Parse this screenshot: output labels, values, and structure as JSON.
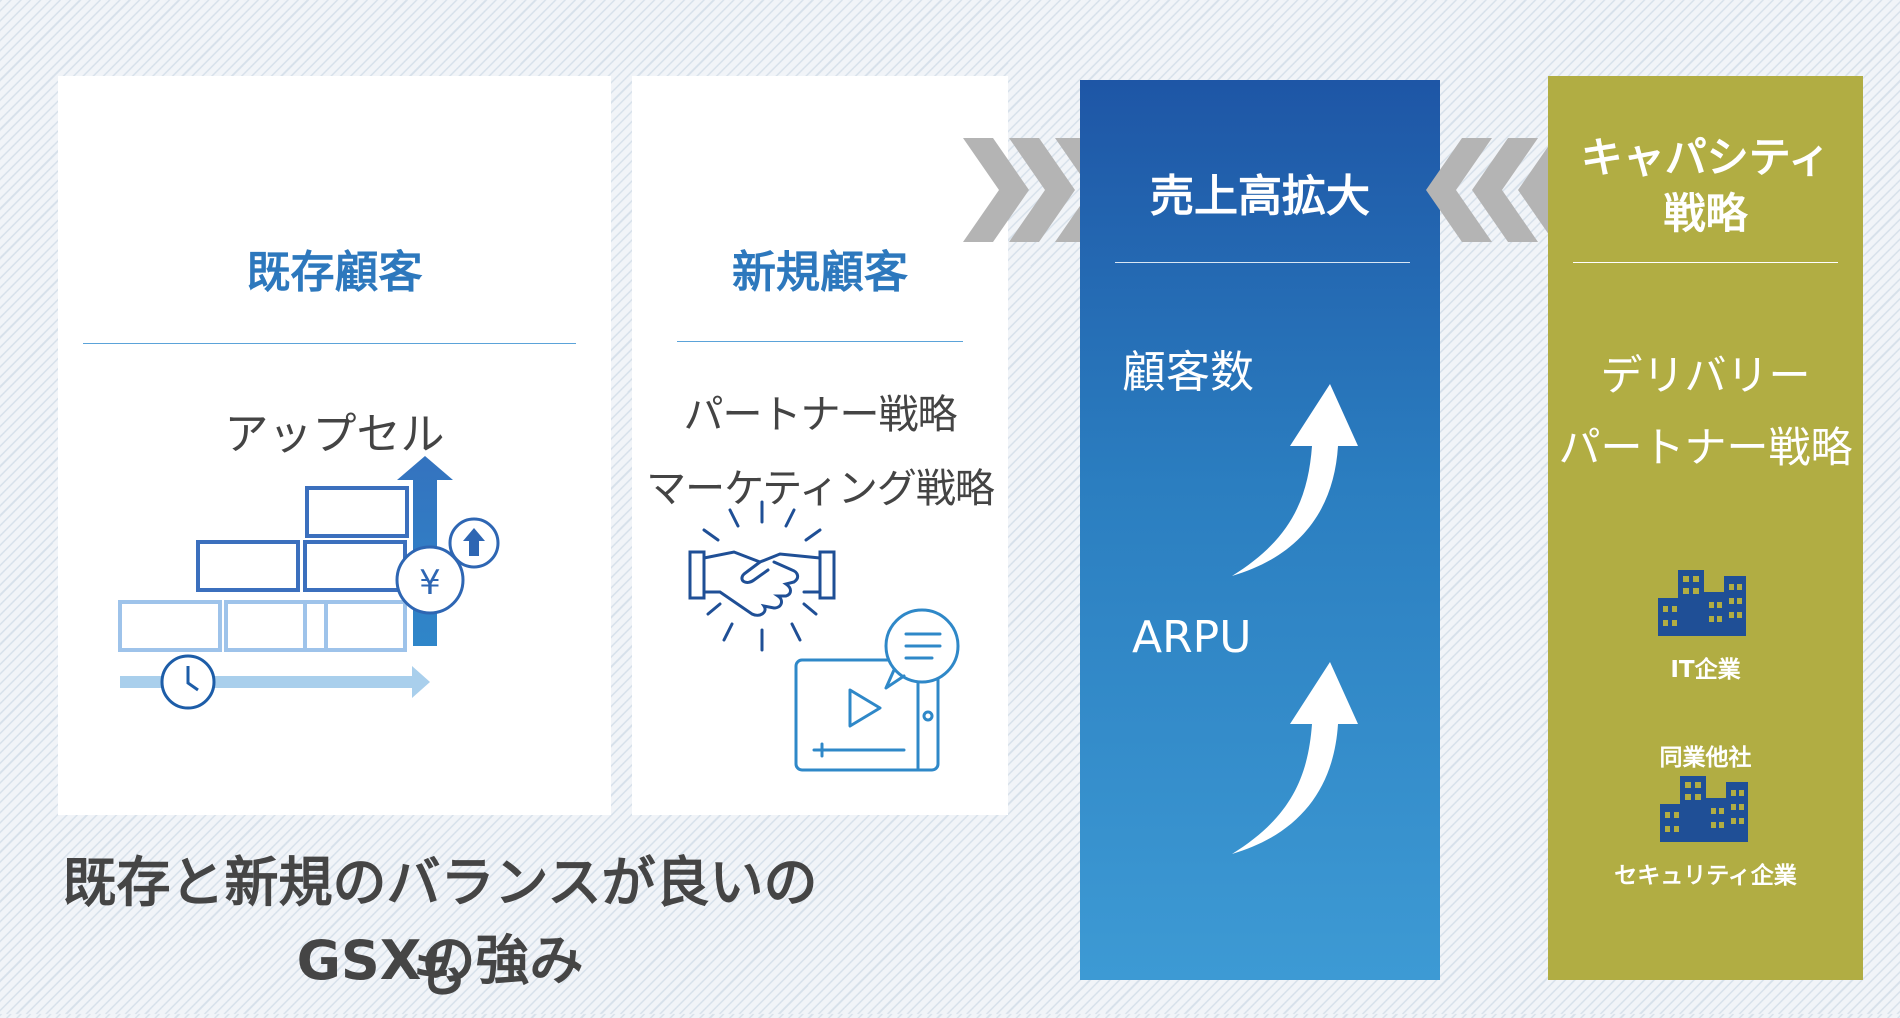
{
  "existing": {
    "title": "既存顧客",
    "strategy": "アップセル"
  },
  "new_customers": {
    "title": "新規顧客",
    "strategy_1": "パートナー戦略",
    "strategy_2": "マーケティング戦略"
  },
  "sales": {
    "title": "売上高拡大",
    "metric_1": "顧客数",
    "metric_2": "ARPU"
  },
  "capacity": {
    "title_line1": "キャパシティ",
    "title_line2": "戦略",
    "strategy_1": "デリバリー",
    "strategy_2": "パートナー戦略",
    "partner_1": "IT企業",
    "partner_2_top": "同業他社",
    "partner_2_bottom": "セキュリティ企業"
  },
  "tagline": {
    "line1": "既存と新規のバランスが良いのも",
    "line2": "GSXの強み"
  },
  "icons": {
    "upsell": "upsell-blocks-yen-icon",
    "handshake": "handshake-icon",
    "video": "video-chat-icon",
    "building": "building-icon",
    "growth_arrow": "curved-up-arrow-icon",
    "chevrons": "chevron-arrows-icon"
  },
  "colors": {
    "heading_blue": "#2d78bd",
    "sales_blue": "#1e56a6",
    "capacity_olive": "#b1ad43",
    "chevron_gray": "#b4b4b4"
  }
}
